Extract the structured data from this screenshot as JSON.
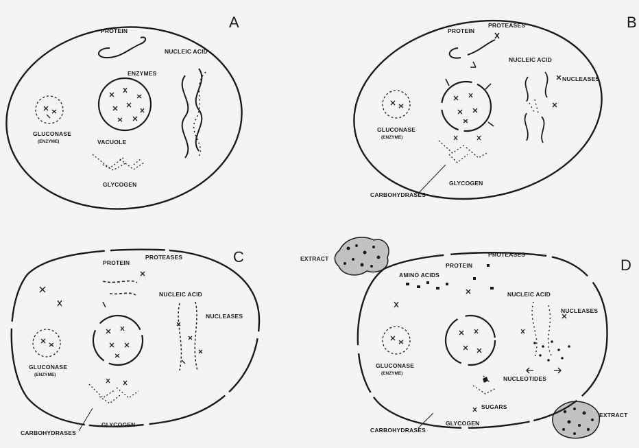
{
  "figure": {
    "panels": [
      {
        "id": "A",
        "letter": "A",
        "labels": {
          "protein": "PROTEIN",
          "nucleic_acid": "NUCLEIC ACID",
          "enzymes": "ENZYMES",
          "gluconase": "GLUCONASE",
          "gluconase_sub": "(ENZYME)",
          "vacuole": "VACUOLE",
          "glycogen": "GLYCOGEN"
        }
      },
      {
        "id": "B",
        "letter": "B",
        "labels": {
          "protein": "PROTEIN",
          "proteases": "PROTEASES",
          "nucleic_acid": "NUCLEIC ACID",
          "nucleases": "NUCLEASES",
          "gluconase": "GLUCONASE",
          "gluconase_sub": "(ENZYME)",
          "glycogen": "GLYCOGEN",
          "carbohydrases": "CARBOHYDRASES"
        }
      },
      {
        "id": "C",
        "letter": "C",
        "labels": {
          "protein": "PROTEIN",
          "proteases": "PROTEASES",
          "nucleic_acid": "NUCLEIC ACID",
          "nucleases": "NUCLEASES",
          "gluconase": "GLUCONASE",
          "gluconase_sub": "(ENZYME)",
          "glycogen": "GLYCOGEN",
          "carbohydrases": "CARBOHYDRASES"
        }
      },
      {
        "id": "D",
        "letter": "D",
        "labels": {
          "extract_top": "EXTRACT",
          "protein": "PROTEIN",
          "proteases": "PROTEASES",
          "amino_acids": "AMINO ACIDS",
          "nucleic_acid": "NUCLEIC ACID",
          "nucleases": "NUCLEASES",
          "gluconase": "GLUCONASE",
          "gluconase_sub": "(ENZYME)",
          "nucleotides": "NUCLEOTIDES",
          "sugars": "SUGARS",
          "glycogen": "GLYCOGEN",
          "carbohydrases": "CARBOHYDRASES",
          "extract_bottom": "EXTRACT"
        }
      }
    ]
  }
}
